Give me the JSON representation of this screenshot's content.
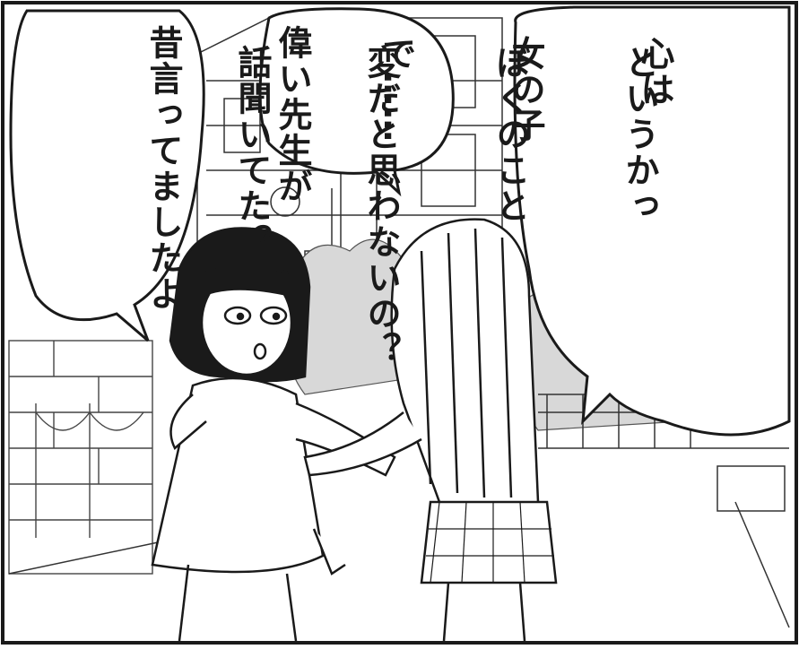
{
  "bubbles": {
    "right": {
      "lines": [
        "というかっ",
        "ぼくのこと",
        "変だと思わないの？",
        "話聞いてた？"
      ]
    },
    "top": {
      "lines": [
        "心は",
        "女の子",
        "で……"
      ]
    },
    "left": {
      "lines": [
        "偉い先生が",
        "昔言ってましたよ"
      ]
    }
  },
  "colors": {
    "ink": "#1a1a1a",
    "paper": "#ffffff",
    "tone": "#cfcfcf"
  }
}
